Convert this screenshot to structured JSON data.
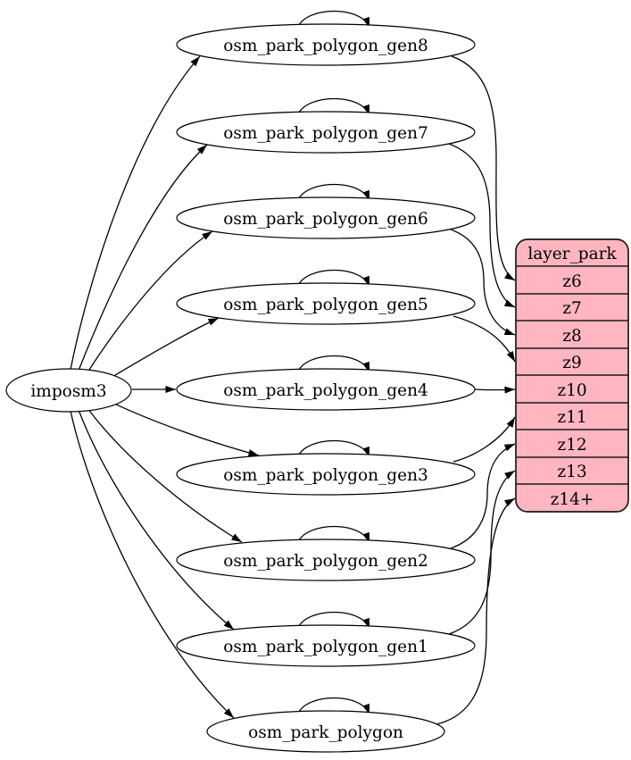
{
  "colors": {
    "background": "#ffffff",
    "node_fill": "#ffffff",
    "stroke": "#000000",
    "record_fill": "#ffb6c1",
    "text": "#000000"
  },
  "source": {
    "label": "imposm3"
  },
  "tables": [
    {
      "label": "osm_park_polygon_gen8"
    },
    {
      "label": "osm_park_polygon_gen7"
    },
    {
      "label": "osm_park_polygon_gen6"
    },
    {
      "label": "osm_park_polygon_gen5"
    },
    {
      "label": "osm_park_polygon_gen4"
    },
    {
      "label": "osm_park_polygon_gen3"
    },
    {
      "label": "osm_park_polygon_gen2"
    },
    {
      "label": "osm_park_polygon_gen1"
    },
    {
      "label": "osm_park_polygon"
    }
  ],
  "record": {
    "title": "layer_park",
    "rows": [
      "z6",
      "z7",
      "z8",
      "z9",
      "z10",
      "z11",
      "z12",
      "z13",
      "z14+"
    ]
  },
  "edges": [
    {
      "from": "imposm3",
      "to": "osm_park_polygon_gen8"
    },
    {
      "from": "imposm3",
      "to": "osm_park_polygon_gen7"
    },
    {
      "from": "imposm3",
      "to": "osm_park_polygon_gen6"
    },
    {
      "from": "imposm3",
      "to": "osm_park_polygon_gen5"
    },
    {
      "from": "imposm3",
      "to": "osm_park_polygon_gen4"
    },
    {
      "from": "imposm3",
      "to": "osm_park_polygon_gen3"
    },
    {
      "from": "imposm3",
      "to": "osm_park_polygon_gen2"
    },
    {
      "from": "imposm3",
      "to": "osm_park_polygon_gen1"
    },
    {
      "from": "imposm3",
      "to": "osm_park_polygon"
    },
    {
      "from": "osm_park_polygon_gen8",
      "to": "osm_park_polygon_gen8",
      "type": "self-loop"
    },
    {
      "from": "osm_park_polygon_gen7",
      "to": "osm_park_polygon_gen7",
      "type": "self-loop"
    },
    {
      "from": "osm_park_polygon_gen6",
      "to": "osm_park_polygon_gen6",
      "type": "self-loop"
    },
    {
      "from": "osm_park_polygon_gen5",
      "to": "osm_park_polygon_gen5",
      "type": "self-loop"
    },
    {
      "from": "osm_park_polygon_gen4",
      "to": "osm_park_polygon_gen4",
      "type": "self-loop"
    },
    {
      "from": "osm_park_polygon_gen3",
      "to": "osm_park_polygon_gen3",
      "type": "self-loop"
    },
    {
      "from": "osm_park_polygon_gen2",
      "to": "osm_park_polygon_gen2",
      "type": "self-loop"
    },
    {
      "from": "osm_park_polygon_gen1",
      "to": "osm_park_polygon_gen1",
      "type": "self-loop"
    },
    {
      "from": "osm_park_polygon",
      "to": "osm_park_polygon",
      "type": "self-loop"
    },
    {
      "from": "osm_park_polygon_gen8",
      "to": "layer_park.z6"
    },
    {
      "from": "osm_park_polygon_gen7",
      "to": "layer_park.z7"
    },
    {
      "from": "osm_park_polygon_gen6",
      "to": "layer_park.z8"
    },
    {
      "from": "osm_park_polygon_gen5",
      "to": "layer_park.z9"
    },
    {
      "from": "osm_park_polygon_gen4",
      "to": "layer_park.z10"
    },
    {
      "from": "osm_park_polygon_gen3",
      "to": "layer_park.z11"
    },
    {
      "from": "osm_park_polygon_gen2",
      "to": "layer_park.z12"
    },
    {
      "from": "osm_park_polygon_gen1",
      "to": "layer_park.z13"
    },
    {
      "from": "osm_park_polygon",
      "to": "layer_park.z14+"
    }
  ]
}
